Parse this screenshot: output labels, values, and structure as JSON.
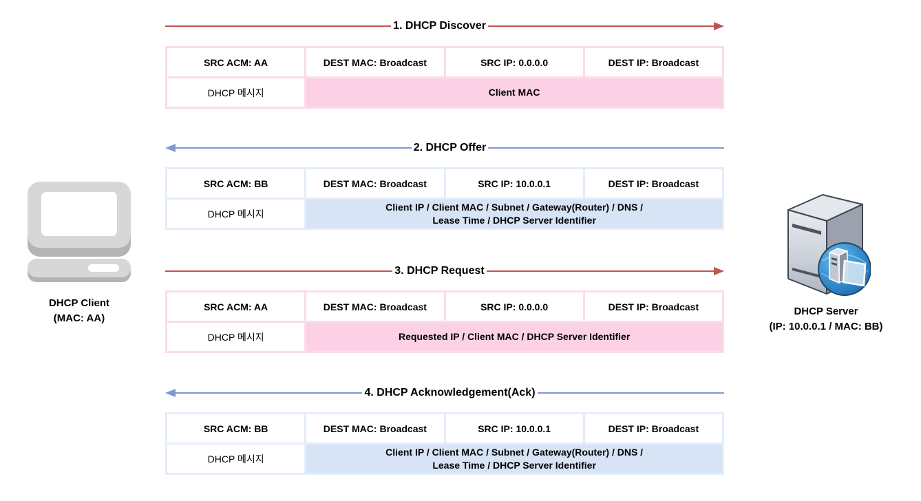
{
  "diagram": {
    "title": "DHCP DORA message flow",
    "background": "#ffffff"
  },
  "client": {
    "icon": "computer-icon",
    "title": "DHCP Client",
    "subtitle": "(MAC: AA)"
  },
  "server": {
    "icon": "server-globe-icon",
    "title": "DHCP Server",
    "subtitle": "(IP: 10.0.0.1 / MAC: BB)"
  },
  "colors": {
    "request_arrow": "#c0524f",
    "reply_arrow": "#7c99cf",
    "pink_table_border": "#fbdcea",
    "pink_message_fill": "#fcd0e5",
    "blue_table_border": "#e4eefa",
    "blue_message_fill": "#d7e4f5"
  },
  "sections": [
    {
      "title": "1. DHCP Discover",
      "direction": "right",
      "theme": "pink",
      "header_cells": [
        "SRC ACM: AA",
        "DEST MAC: Broadcast",
        "SRC IP: 0.0.0.0",
        "DEST IP: Broadcast"
      ],
      "message_label": "DHCP 메시지",
      "message_content": "Client MAC"
    },
    {
      "title": "2. DHCP Offer",
      "direction": "left",
      "theme": "blue",
      "header_cells": [
        "SRC ACM: BB",
        "DEST MAC: Broadcast",
        "SRC IP: 10.0.0.1",
        "DEST IP: Broadcast"
      ],
      "message_label": "DHCP 메시지",
      "message_content": "Client IP / Client MAC / Subnet / Gateway(Router) / DNS /\nLease Time / DHCP Server Identifier"
    },
    {
      "title": "3. DHCP Request",
      "direction": "right",
      "theme": "pink",
      "header_cells": [
        "SRC ACM: AA",
        "DEST MAC: Broadcast",
        "SRC IP: 0.0.0.0",
        "DEST IP: Broadcast"
      ],
      "message_label": "DHCP 메시지",
      "message_content": "Requested IP / Client MAC / DHCP Server Identifier"
    },
    {
      "title": "4. DHCP Acknowledgement(Ack)",
      "direction": "left",
      "theme": "blue",
      "header_cells": [
        "SRC ACM: BB",
        "DEST MAC: Broadcast",
        "SRC IP: 10.0.0.1",
        "DEST IP: Broadcast"
      ],
      "message_label": "DHCP 메시지",
      "message_content": "Client IP / Client MAC / Subnet / Gateway(Router) / DNS /\nLease Time / DHCP Server Identifier"
    }
  ]
}
